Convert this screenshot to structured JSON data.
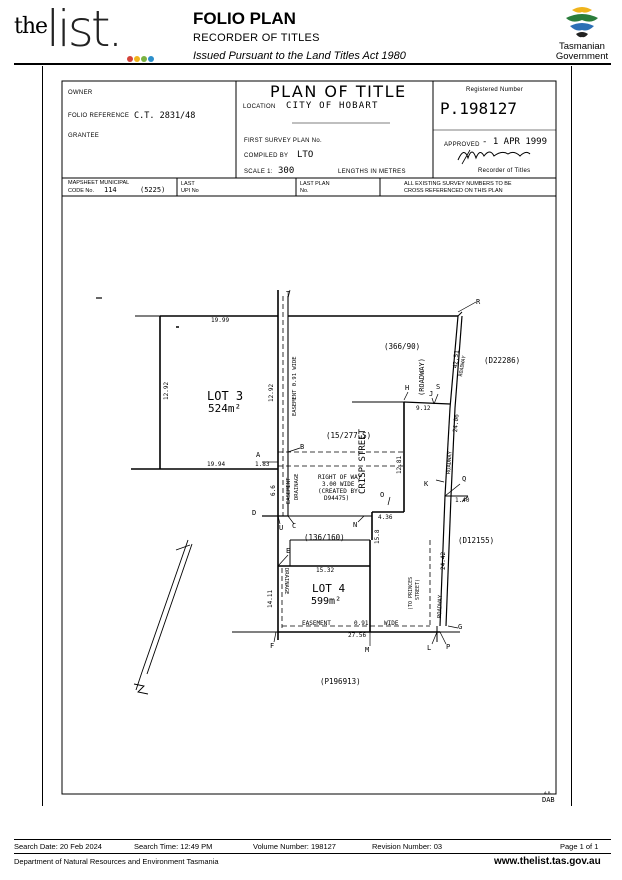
{
  "header": {
    "logo_prefix": "the",
    "logo_main": "list.",
    "title": "FOLIO PLAN",
    "subtitle": "RECORDER OF TITLES",
    "issued": "Issued Pursuant to the Land Titles Act 1980",
    "gov_line1": "Tasmanian",
    "gov_line2": "Government"
  },
  "plan": {
    "owner_label": "OWNER",
    "folio_label": "FOLIO REFERENCE",
    "folio_value": "C.T. 2831/48",
    "grantee_label": "GRANTEE",
    "title": "PLAN OF TITLE",
    "location_label": "LOCATION",
    "location_value": "CITY OF HOBART",
    "first_survey_label": "FIRST SURVEY PLAN No.",
    "compiled_label": "COMPILED BY",
    "compiled_value": "LTO",
    "scale_label": "SCALE 1:",
    "scale_value": "300",
    "lengths_label": "LENGTHS IN METRES",
    "reg_label": "Registered Number",
    "reg_value": "P.198127",
    "approved_label": "APPROVED",
    "approved_value": "- 1 APR 1999",
    "recorder_label": "Recorder of Titles",
    "mapsheet_label1": "MAPSHEET MUNICIPAL",
    "mapsheet_label2": "CODE No.",
    "mapsheet_code": "114",
    "mapsheet_num": "(5225)",
    "last_upi_label1": "LAST",
    "last_upi_label2": "UPI No",
    "last_plan_label1": "LAST PLAN",
    "last_plan_label2": "No.",
    "survey_note1": "ALL EXISTING SURVEY NUMBERS TO BE",
    "survey_note2": "CROSS REFERENCED ON THIS PLAN",
    "initials": "DAB",
    "initials_note": "A.B."
  },
  "drawing": {
    "lot3_name": "LOT 3",
    "lot3_area": "524m²",
    "lot4_name": "LOT 4",
    "lot4_area": "599m²",
    "street": "CRISP   STREET",
    "roadway": "(ROADWAY)",
    "roadway2": "ROADWAY",
    "right_of_way1": "RIGHT OF WAY",
    "right_of_way2": "3.00 WIDE",
    "right_of_way3": "(CREATED BY",
    "right_of_way4": "D94475)",
    "easement_wide": "EASEMENT 0.91 WIDE",
    "easement_draiange": "DRAINAGE",
    "easement_lbl": "EASEMENT",
    "easement_bottom": "EASEMENT",
    "bottom_wide_val": "0.91",
    "bottom_wide": "WIDE",
    "drainage_lot4": "DRAINAGE",
    "to_princes1": "(TO PRINCES",
    "to_princes2": "STREET)",
    "ref_366": "(366/90)",
    "ref_15": "(15/277.S)",
    "ref_136": "(136/160)",
    "ref_d22286": "(D22286)",
    "ref_d12155": "(D12155)",
    "ref_p196913": "(P196913)",
    "dims": {
      "d1999": "19.99",
      "d1292": "12.92",
      "d1292b": "12.92",
      "d1994": "19.94",
      "d183": "1.83",
      "d1281": "12.81",
      "d912": "9.12",
      "d4251": "42.51",
      "d2406": "24.06",
      "d140": "1.40",
      "d436": "4.36",
      "d158": "15.8",
      "d1532": "15.32",
      "d1411": "14.11",
      "d2442": "24.42",
      "d2756": "27.56",
      "d66": "6.6"
    },
    "pts": {
      "T": "T",
      "R": "R",
      "H": "H",
      "S": "S",
      "J": "J",
      "A": "A",
      "B": "B",
      "K": "K",
      "Q": "Q",
      "O": "O",
      "D": "D",
      "U": "U",
      "C": "C",
      "N": "N",
      "E": "E",
      "G": "G",
      "F": "F",
      "M": "M",
      "L": "L",
      "P": "P"
    }
  },
  "footer": {
    "search_date": "Search Date: 20 Feb 2024",
    "search_time": "Search Time: 12:49 PM",
    "volume": "Volume Number: 198127",
    "revision": "Revision Number: 03",
    "page": "Page 1 of 1",
    "dept": "Department of Natural Resources and Environment Tasmania",
    "website": "www.thelist.tas.gov.au"
  }
}
